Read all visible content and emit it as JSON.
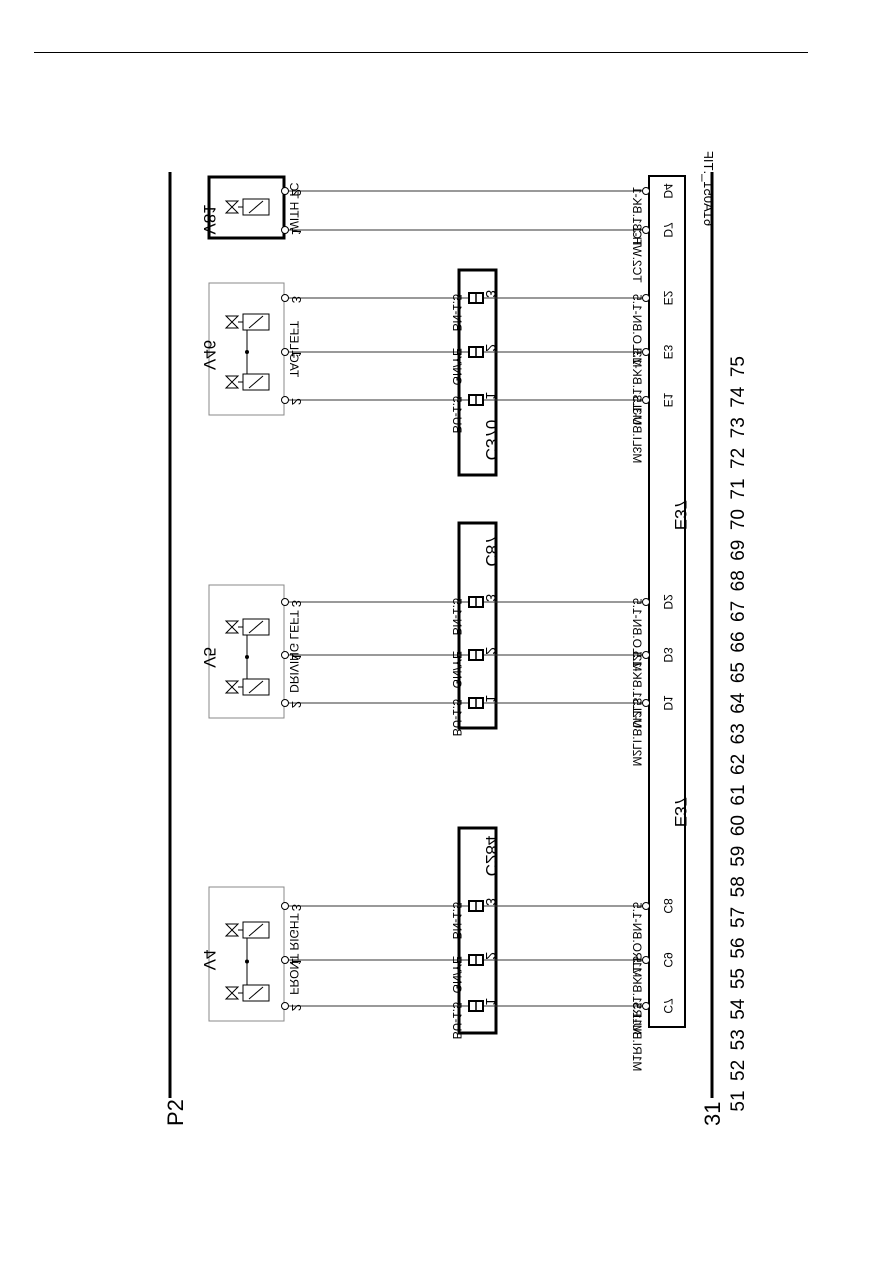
{
  "file_name": "61A051_.TIF",
  "rails": {
    "p2": "P2",
    "gnd": "31"
  },
  "ruler": [
    "51",
    "52",
    "53",
    "54",
    "55",
    "56",
    "57",
    "58",
    "59",
    "60",
    "61",
    "62",
    "63",
    "64",
    "65",
    "66",
    "67",
    "68",
    "69",
    "70",
    "71",
    "72",
    "73",
    "74",
    "75"
  ],
  "ecu": {
    "label_a": "E37",
    "label_b": "E37"
  },
  "components": [
    {
      "id": "V4",
      "caption": "FRONT RIGHT",
      "pins": [
        "2",
        "1",
        "3"
      ]
    },
    {
      "id": "V5",
      "caption": "DRIVING LEFT",
      "pins": [
        "2",
        "1",
        "3"
      ]
    },
    {
      "id": "V46",
      "caption": "TAG LEFT",
      "pins": [
        "2",
        "1",
        "3"
      ]
    },
    {
      "id": "V81",
      "caption": "WITH TC",
      "pins": [
        "1",
        "2"
      ]
    }
  ],
  "connectors": [
    {
      "id": "C284",
      "pins": [
        "1",
        "2",
        "3"
      ]
    },
    {
      "id": "C87",
      "pins": [
        "1",
        "2",
        "3"
      ]
    },
    {
      "id": "C370",
      "pins": [
        "1",
        "2",
        "3"
      ]
    }
  ],
  "wires": [
    {
      "short": "BU-1.5",
      "long": "M1RI.BU-1.5",
      "ecu_pin": "C7"
    },
    {
      "short": "GN/YE",
      "long": "M1R31.BK-1.5",
      "ecu_pin": "C9"
    },
    {
      "short": "BN-1.5",
      "long": "M1RO.BN-1.5",
      "ecu_pin": "C8"
    },
    {
      "short": "BU-1.5",
      "long": "M2LI.BU-1.5",
      "ecu_pin": "D1"
    },
    {
      "short": "GN/YE",
      "long": "M2L31.BK-1.5",
      "ecu_pin": "D3"
    },
    {
      "short": "BN-1.5",
      "long": "M2LO.BN-1.5",
      "ecu_pin": "D2"
    },
    {
      "short": "BU-1.5",
      "long": "M3LI.BU-1.5",
      "ecu_pin": "E1"
    },
    {
      "short": "GN/YE",
      "long": "M3L31.BK-1.5",
      "ecu_pin": "E3"
    },
    {
      "short": "BN-1.5",
      "long": "M3LO.BN-1.5",
      "ecu_pin": "E2"
    },
    {
      "short": "",
      "long": "TC2.WH-1",
      "ecu_pin": "D7"
    },
    {
      "short": "",
      "long": "TC31.BK-1",
      "ecu_pin": "D4"
    }
  ]
}
